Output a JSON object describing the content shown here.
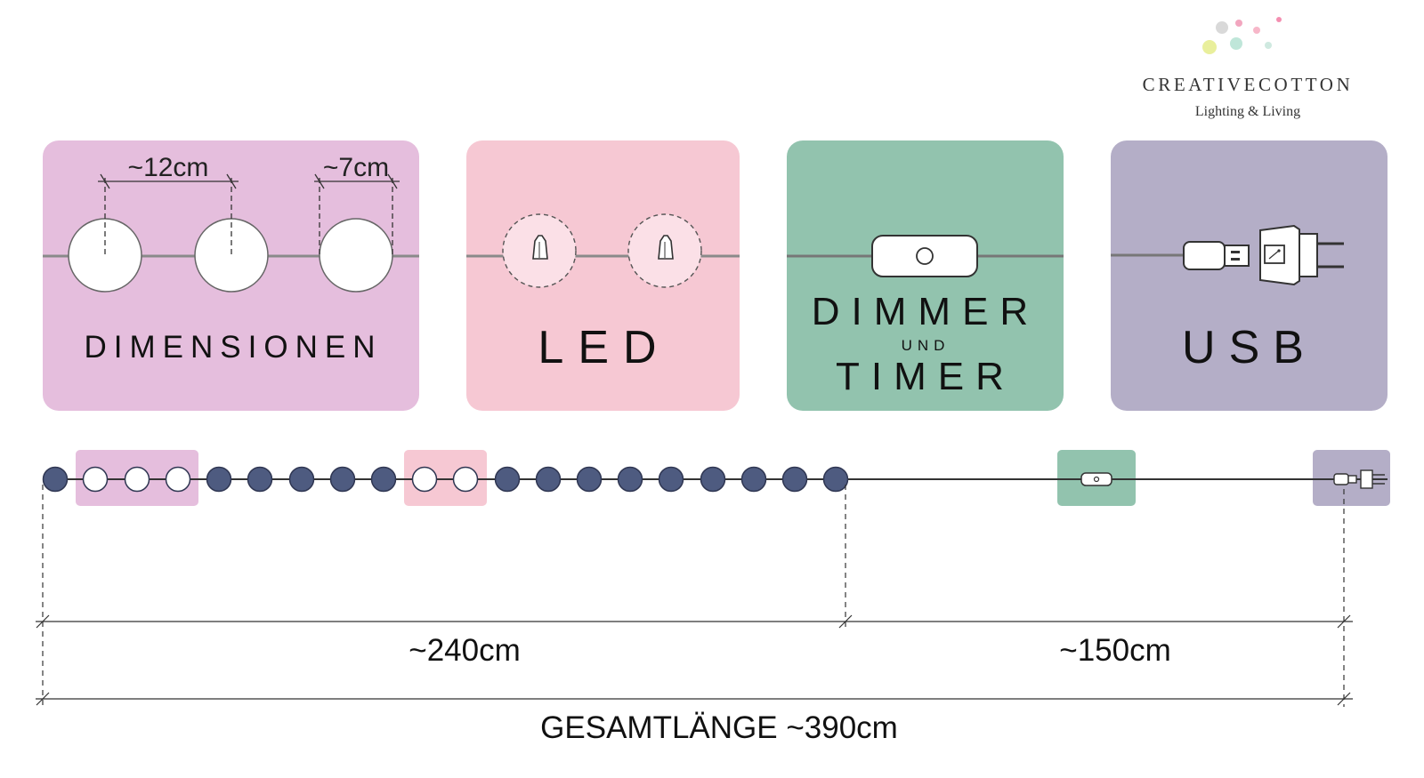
{
  "brand": {
    "name": "CREATIVECOTTON",
    "tagline": "Lighting & Living",
    "dot_colors": [
      "#d9d9d9",
      "#f2a6bf",
      "#e9ef9c",
      "#bfe6d9",
      "#f7b7c9",
      "#cfe9e0",
      "#f48fb1"
    ]
  },
  "panels": {
    "dimensions": {
      "label": "DIMENSIONEN",
      "spacing_label": "~12cm",
      "diameter_label": "~7cm",
      "color": "#e5bedd"
    },
    "led": {
      "label": "LED",
      "color": "#f6c8d3"
    },
    "dimmer": {
      "label_top": "DIMMER",
      "label_mid": "UND",
      "label_bottom": "TIMER",
      "color": "#92c3ae"
    },
    "usb": {
      "label": "USB",
      "color": "#b4aec7"
    }
  },
  "strand": {
    "ball_color": "#4e5b80",
    "white_ball_color": "#ffffff",
    "highlight_pink": "#e5bedd",
    "highlight_rose": "#f6c8d3",
    "highlight_green": "#92c3ae",
    "highlight_purple": "#b4aec7"
  },
  "measures": {
    "segment_a": "~240cm",
    "segment_b": "~150cm",
    "total": "GESAMTLÄNGE ~390cm"
  }
}
